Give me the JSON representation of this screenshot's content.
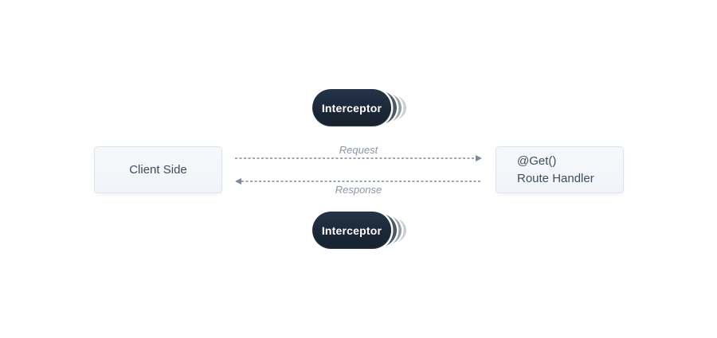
{
  "diagram": {
    "client": {
      "label": "Client Side"
    },
    "handler": {
      "line1": "@Get()",
      "line2": "Route Handler"
    },
    "interceptor_top": {
      "label": "Interceptor"
    },
    "interceptor_bottom": {
      "label": "Interceptor"
    },
    "request": {
      "label": "Request",
      "direction": "right"
    },
    "response": {
      "label": "Response",
      "direction": "left"
    },
    "colors": {
      "pill_background": "#1b2737",
      "pill_text": "#ffffff",
      "stack_layer_dark": "#4d5866",
      "stack_layer_medium": "#949da7",
      "stack_layer_light": "#c9ced4",
      "node_background": "#f3f6f9",
      "node_border": "#dbe2e9",
      "node_text": "#3f4c5d",
      "arrow": "#7e8896",
      "arrow_label_text": "#8a94a3"
    }
  }
}
